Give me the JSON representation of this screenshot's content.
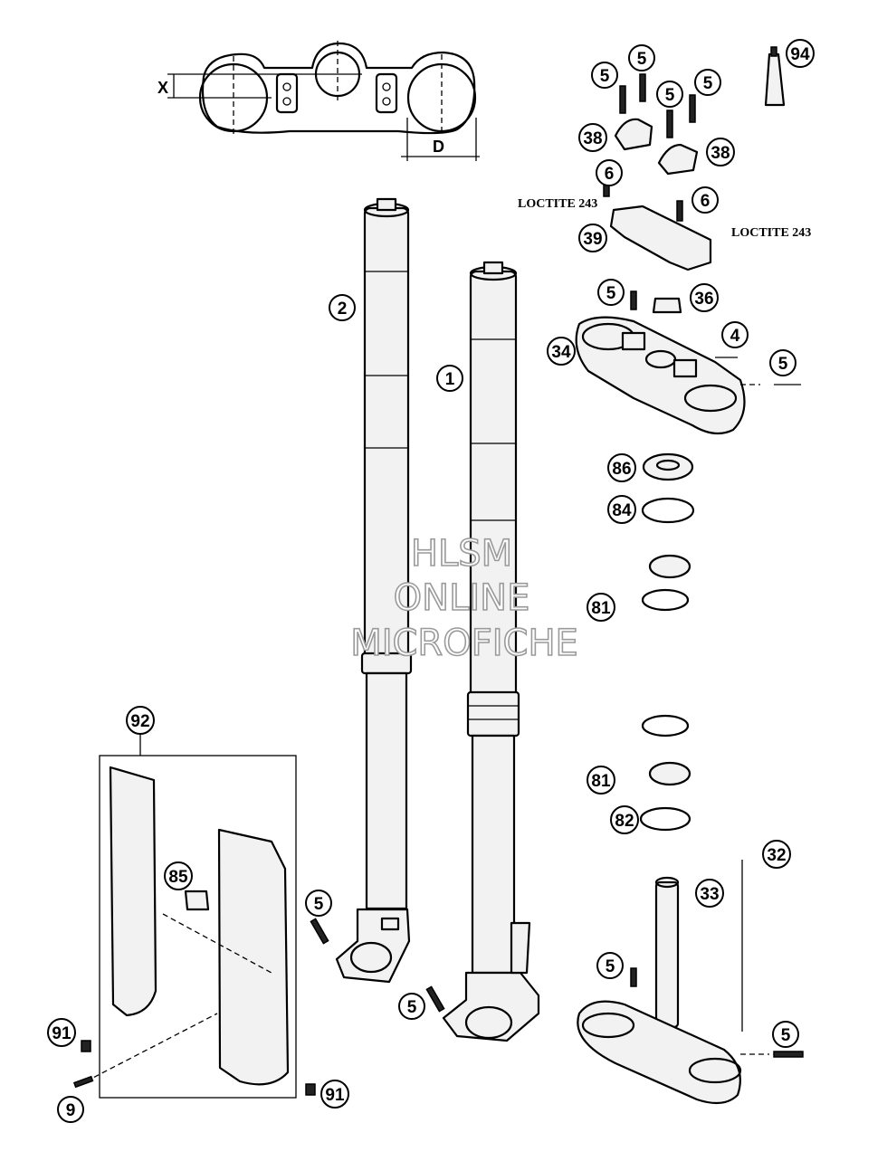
{
  "watermark": {
    "line1": "HLSM",
    "line2": "ONLINE",
    "line3": "MICROFICHE"
  },
  "dimensions": {
    "x": "X",
    "d": "D"
  },
  "notes": {
    "loctite_left": "LOCTITE 243",
    "loctite_right": "LOCTITE 243"
  },
  "callouts": {
    "c94": "94",
    "c5a": "5",
    "c5b": "5",
    "c5c": "5",
    "c5d": "5",
    "c38a": "38",
    "c38b": "38",
    "c6a": "6",
    "c6b": "6",
    "c39": "39",
    "c5e": "5",
    "c36": "36",
    "c4": "4",
    "c34": "34",
    "c5f": "5",
    "c86": "86",
    "c84": "84",
    "c81a": "81",
    "c81b": "81",
    "c82": "82",
    "c32": "32",
    "c33": "33",
    "c5g": "5",
    "c5h": "5",
    "c2": "2",
    "c1": "1",
    "c5i": "5",
    "c5j": "5",
    "c92": "92",
    "c85": "85",
    "c91a": "91",
    "c91b": "91",
    "c9": "9"
  }
}
